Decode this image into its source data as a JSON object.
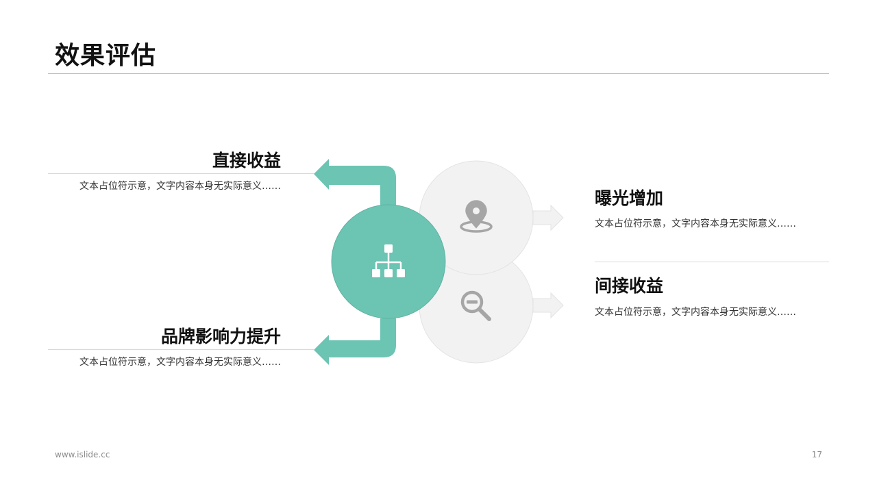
{
  "page": {
    "title": "效果评估"
  },
  "left_items": [
    {
      "heading": "直接收益",
      "desc": "文本占位符示意，文字内容本身无实际意义……"
    },
    {
      "heading": "品牌影响力提升",
      "desc": "文本占位符示意，文字内容本身无实际意义……"
    }
  ],
  "right_items": [
    {
      "heading": "曝光增加",
      "desc": "文本占位符示意，文字内容本身无实际意义……",
      "icon": "location-pin-icon"
    },
    {
      "heading": "间接收益",
      "desc": "文本占位符示意，文字内容本身无实际意义……",
      "icon": "zoom-out-icon"
    }
  ],
  "hub": {
    "icon": "org-chart-icon"
  },
  "colors": {
    "accent": "#6cc4b3",
    "gray_circle": "#f2f2f2",
    "gray_icon": "#a6a6a6",
    "text": "#111111"
  },
  "footer": {
    "url": "www.islide.cc",
    "page_number": "17"
  }
}
